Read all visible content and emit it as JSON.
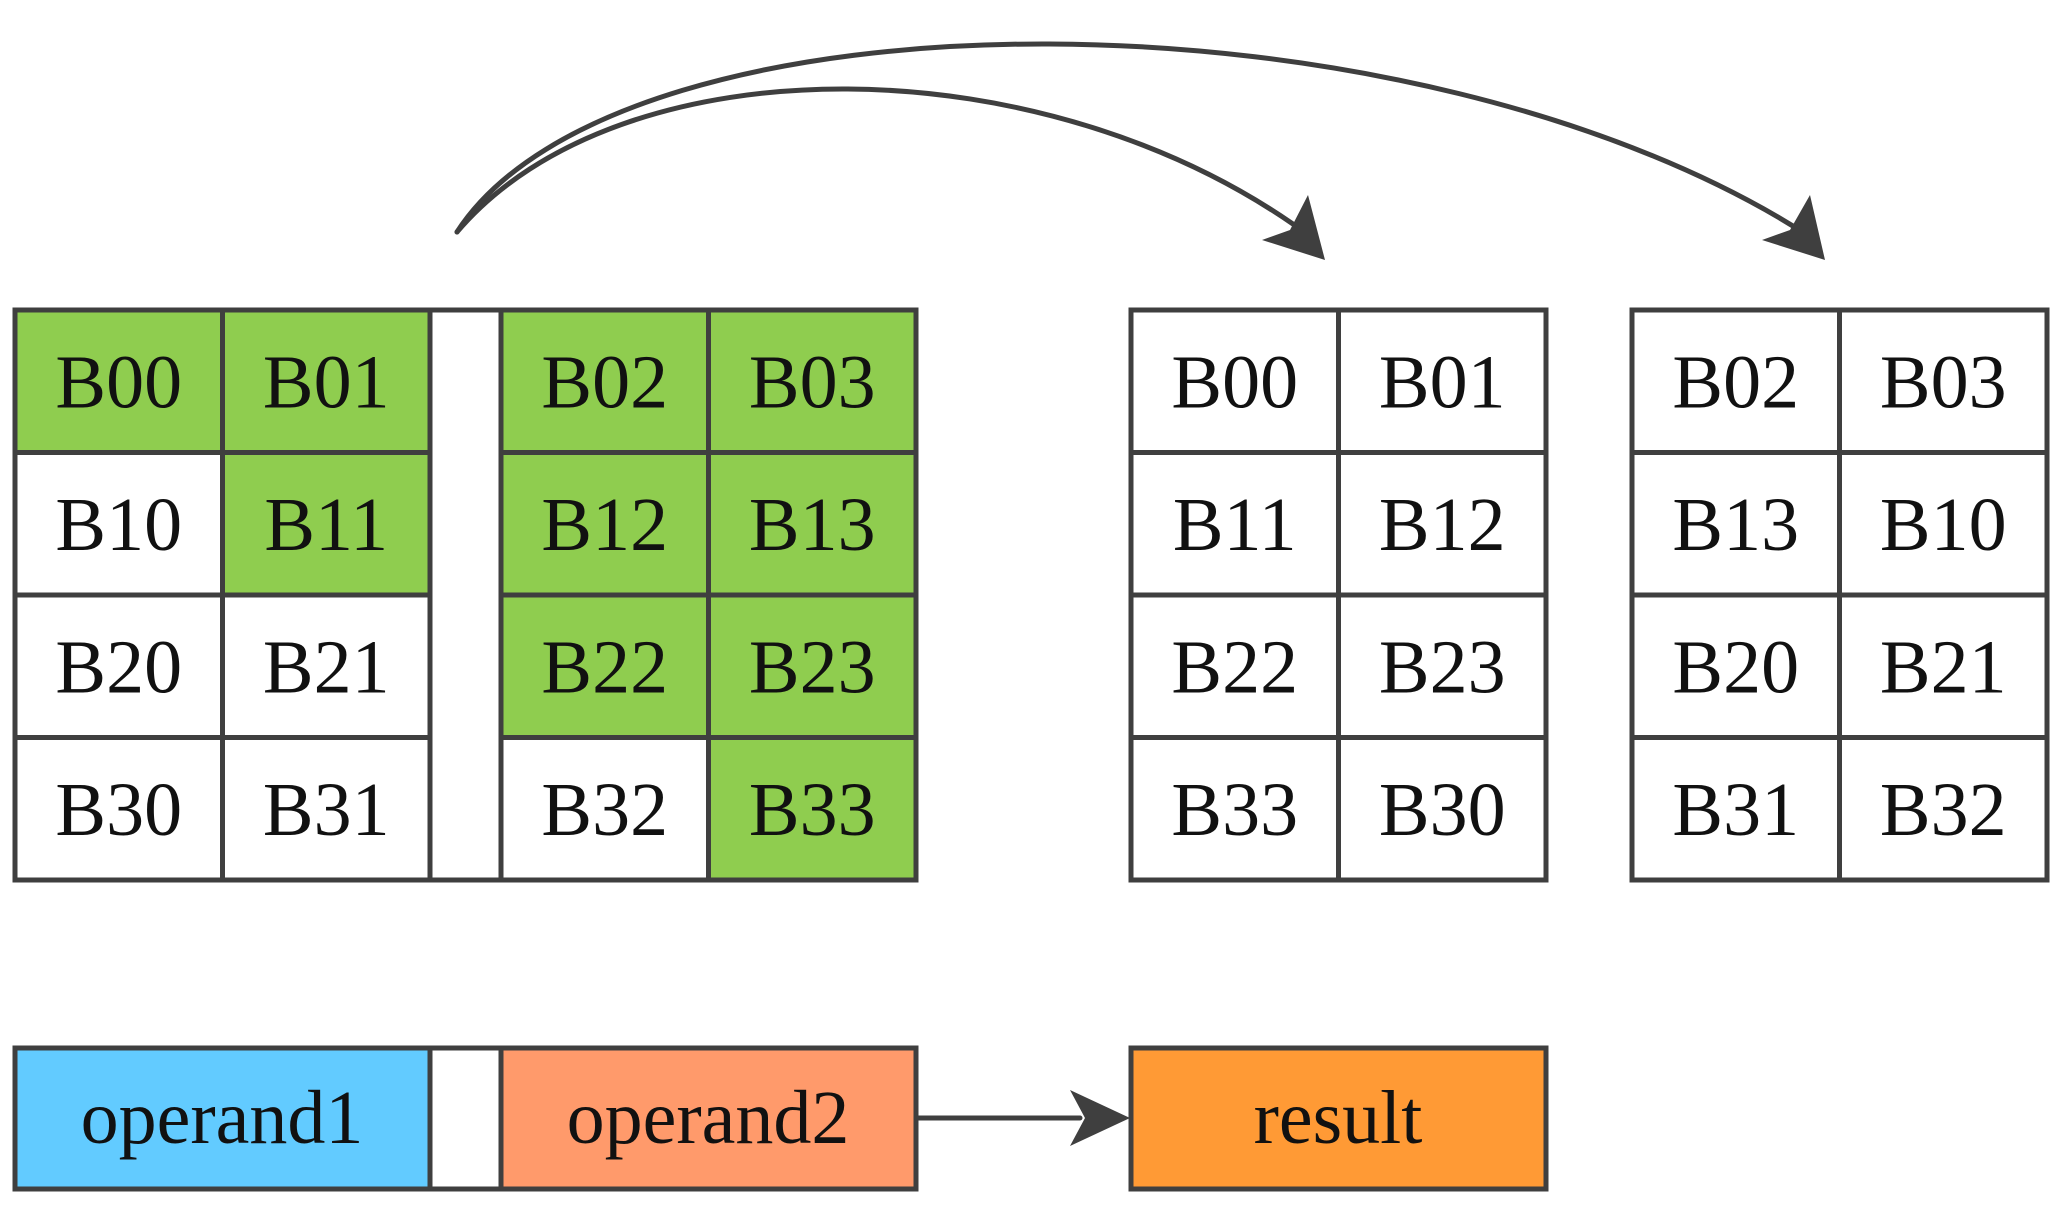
{
  "colors": {
    "highlight": "#8fcd4f",
    "blank": "#ffffff",
    "border": "#3f3f3f",
    "operand1": "#62cbff",
    "operand2": "#ff9a6b",
    "result": "#ff9a35"
  },
  "source_matrix": {
    "left_block": [
      [
        {
          "label": "B00",
          "highlighted": true
        },
        {
          "label": "B01",
          "highlighted": true
        }
      ],
      [
        {
          "label": "B10",
          "highlighted": false
        },
        {
          "label": "B11",
          "highlighted": true
        }
      ],
      [
        {
          "label": "B20",
          "highlighted": false
        },
        {
          "label": "B21",
          "highlighted": false
        }
      ],
      [
        {
          "label": "B30",
          "highlighted": false
        },
        {
          "label": "B31",
          "highlighted": false
        }
      ]
    ],
    "right_block": [
      [
        {
          "label": "B02",
          "highlighted": true
        },
        {
          "label": "B03",
          "highlighted": true
        }
      ],
      [
        {
          "label": "B12",
          "highlighted": true
        },
        {
          "label": "B13",
          "highlighted": true
        }
      ],
      [
        {
          "label": "B22",
          "highlighted": true
        },
        {
          "label": "B23",
          "highlighted": true
        }
      ],
      [
        {
          "label": "B32",
          "highlighted": false
        },
        {
          "label": "B33",
          "highlighted": true
        }
      ]
    ]
  },
  "result_matrix_1": [
    [
      "B00",
      "B01"
    ],
    [
      "B11",
      "B12"
    ],
    [
      "B22",
      "B23"
    ],
    [
      "B33",
      "B30"
    ]
  ],
  "result_matrix_2": [
    [
      "B02",
      "B03"
    ],
    [
      "B13",
      "B10"
    ],
    [
      "B20",
      "B21"
    ],
    [
      "B31",
      "B32"
    ]
  ],
  "legend": {
    "operand1_label": "operand1",
    "operand2_label": "operand2",
    "result_label": "result"
  }
}
